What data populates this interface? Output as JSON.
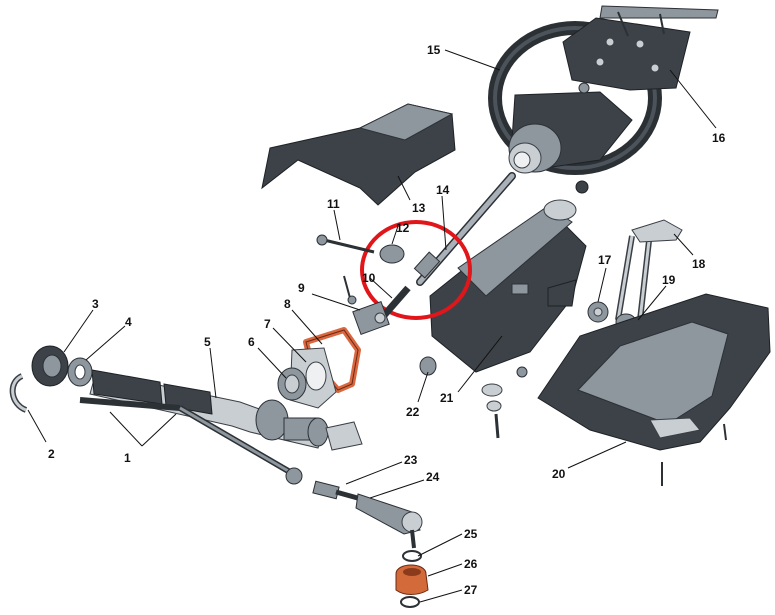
{
  "diagram": {
    "callouts": [
      {
        "id": "1",
        "label": "1"
      },
      {
        "id": "2",
        "label": "2"
      },
      {
        "id": "3",
        "label": "3"
      },
      {
        "id": "4",
        "label": "4"
      },
      {
        "id": "5",
        "label": "5"
      },
      {
        "id": "6",
        "label": "6"
      },
      {
        "id": "7",
        "label": "7"
      },
      {
        "id": "8",
        "label": "8"
      },
      {
        "id": "9",
        "label": "9"
      },
      {
        "id": "10",
        "label": "10"
      },
      {
        "id": "11",
        "label": "11"
      },
      {
        "id": "12",
        "label": "12"
      },
      {
        "id": "13",
        "label": "13"
      },
      {
        "id": "14",
        "label": "14"
      },
      {
        "id": "15",
        "label": "15"
      },
      {
        "id": "16",
        "label": "16"
      },
      {
        "id": "17",
        "label": "17"
      },
      {
        "id": "18",
        "label": "18"
      },
      {
        "id": "19",
        "label": "19"
      },
      {
        "id": "20",
        "label": "20"
      },
      {
        "id": "21",
        "label": "21"
      },
      {
        "id": "22",
        "label": "22"
      },
      {
        "id": "23",
        "label": "23"
      },
      {
        "id": "24",
        "label": "24"
      },
      {
        "id": "25",
        "label": "25"
      },
      {
        "id": "26",
        "label": "26"
      },
      {
        "id": "27",
        "label": "27"
      }
    ],
    "highlight": {
      "color": "#e0161b"
    },
    "colors": {
      "body": "#3c4248",
      "metal": "#8e969e",
      "gasket": "#d9673f",
      "background": "#ffffff"
    }
  }
}
